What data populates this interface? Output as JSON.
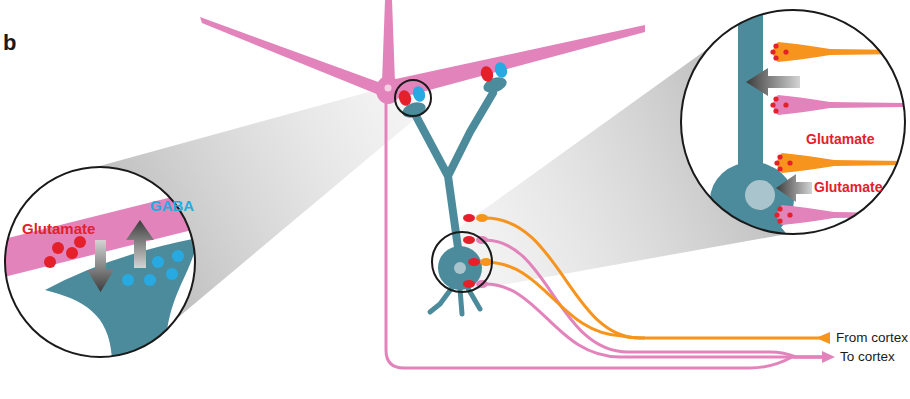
{
  "diagram": {
    "labels": [
      "b",
      "Glutamate",
      "GABA",
      "Glutamate",
      "Glutamate",
      "From cortex",
      "To cortex"
    ]
  }
}
